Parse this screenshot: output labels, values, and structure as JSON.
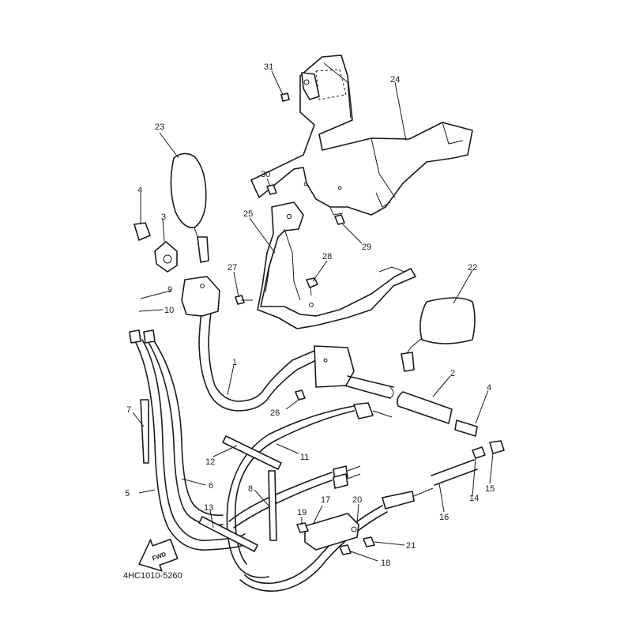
{
  "drawing": {
    "code": "4HC1010-5260",
    "fwd_label": "FWD"
  },
  "callouts": [
    "1",
    "2",
    "3",
    "4",
    "4",
    "5",
    "6",
    "7",
    "8",
    "9",
    "10",
    "11",
    "12",
    "13",
    "14",
    "15",
    "16",
    "17",
    "18",
    "19",
    "20",
    "21",
    "22",
    "23",
    "24",
    "25",
    "26",
    "27",
    "28",
    "29",
    "30",
    "31"
  ],
  "colors": {
    "ink": "#1a1a1a",
    "paper": "#ffffff"
  }
}
